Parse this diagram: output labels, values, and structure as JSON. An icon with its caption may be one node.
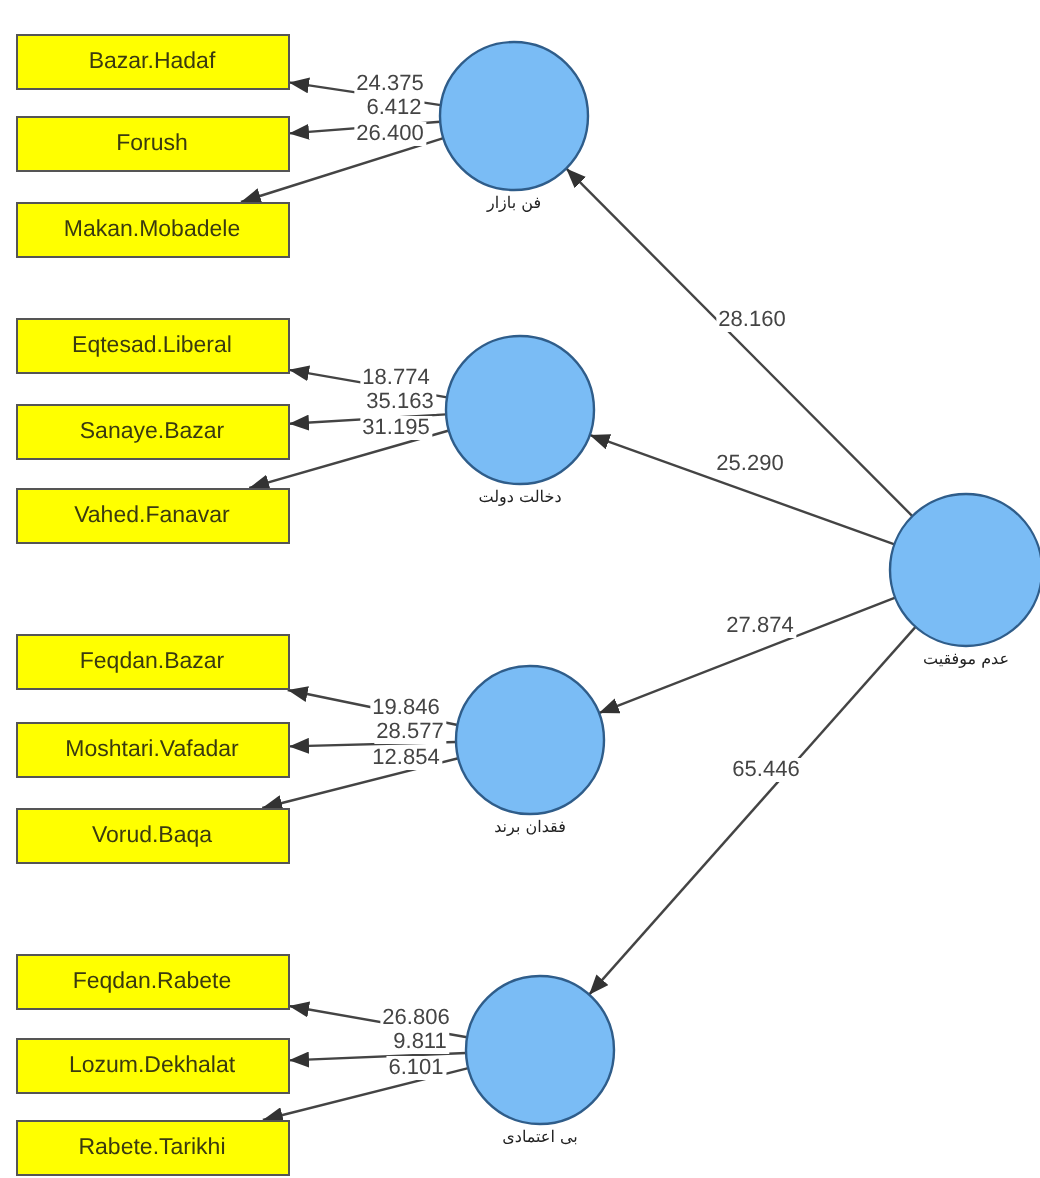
{
  "diagram": {
    "nodes": [
      {
        "text": [
          "Bazar.Hadaf"
        ]
      },
      {
        "text": [
          "Forush"
        ]
      },
      {
        "text": [
          "Makan.Mobadele"
        ]
      },
      {
        "text": [
          "فن بازار"
        ]
      },
      {
        "text": [
          "Eqtesad.Liberal"
        ]
      },
      {
        "text": [
          "Sanaye.Bazar"
        ]
      },
      {
        "text": [
          "Vahed.Fanavar"
        ]
      },
      {
        "text": [
          "دخالت دولت"
        ]
      },
      {
        "text": [
          "Feqdan.Bazar"
        ]
      },
      {
        "text": [
          "Moshtari.Vafadar"
        ]
      },
      {
        "text": [
          "Vorud.Baqa"
        ]
      },
      {
        "text": [
          "فقدان برند"
        ]
      },
      {
        "text": [
          "Feqdan.Rabete"
        ]
      },
      {
        "text": [
          "Lozum.Dekhalat"
        ]
      },
      {
        "text": [
          "Rabete.Tarikhi"
        ]
      },
      {
        "text": [
          "بی اعتمادی"
        ]
      },
      {
        "text": [
          "عدم موفقیت"
        ]
      }
    ],
    "edges": [
      {
        "from": 16,
        "to": 3,
        "arrow": "to",
        "label": "28.160"
      },
      {
        "from": 16,
        "to": 7,
        "arrow": "to",
        "label": "25.290"
      },
      {
        "from": 16,
        "to": 11,
        "arrow": "to",
        "label": "27.874"
      },
      {
        "from": 16,
        "to": 15,
        "arrow": "to",
        "label": "65.446"
      },
      {
        "from": 3,
        "to": 0,
        "arrow": "to",
        "label": "24.375"
      },
      {
        "from": 3,
        "to": 1,
        "arrow": "to",
        "label": "6.412"
      },
      {
        "from": 3,
        "to": 2,
        "arrow": "to",
        "label": "26.400"
      },
      {
        "from": 7,
        "to": 4,
        "arrow": "to",
        "label": "18.774"
      },
      {
        "from": 7,
        "to": 5,
        "arrow": "to",
        "label": "35.163"
      },
      {
        "from": 7,
        "to": 6,
        "arrow": "to",
        "label": "31.195"
      },
      {
        "from": 11,
        "to": 8,
        "arrow": "to",
        "label": "19.846"
      },
      {
        "from": 11,
        "to": 9,
        "arrow": "to",
        "label": "28.577"
      },
      {
        "from": 11,
        "to": 10,
        "arrow": "to",
        "label": "12.854"
      },
      {
        "from": 15,
        "to": 12,
        "arrow": "to",
        "label": "26.806"
      },
      {
        "from": 15,
        "to": 13,
        "arrow": "to",
        "label": "9.811"
      },
      {
        "from": 15,
        "to": 14,
        "arrow": "to",
        "label": "6.101"
      }
    ]
  }
}
